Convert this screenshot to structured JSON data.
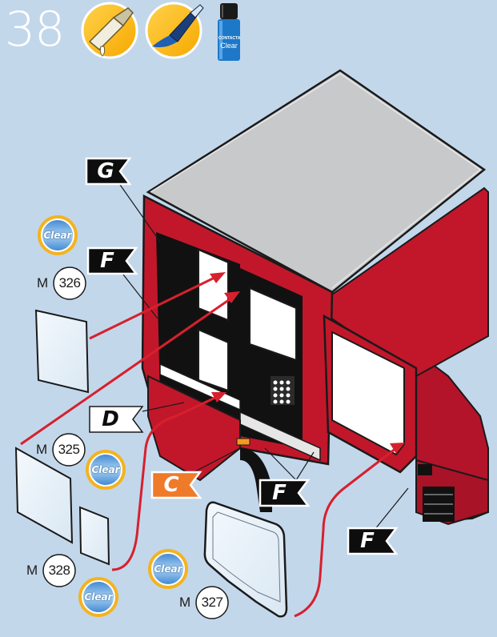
{
  "step_number": "38",
  "icons": [
    "glue-applicator-icon",
    "paint-brush-icon",
    "glue-bottle-icon"
  ],
  "bottle": {
    "brand": "CONTACTA",
    "product": "Clear"
  },
  "flags": {
    "G": "G",
    "F": "F",
    "D": "D",
    "C": "C"
  },
  "parts": [
    {
      "prefix": "M",
      "number": "326"
    },
    {
      "prefix": "M",
      "number": "325"
    },
    {
      "prefix": "M",
      "number": "328"
    },
    {
      "prefix": "M",
      "number": "327"
    }
  ],
  "clear_badge": "Clear",
  "colors": {
    "background": "#c3d7eb",
    "cab": "#c2172a",
    "flag_black": "#0d0d0d",
    "flag_orange": "#ef7a2a",
    "arrow": "#d7202d"
  }
}
